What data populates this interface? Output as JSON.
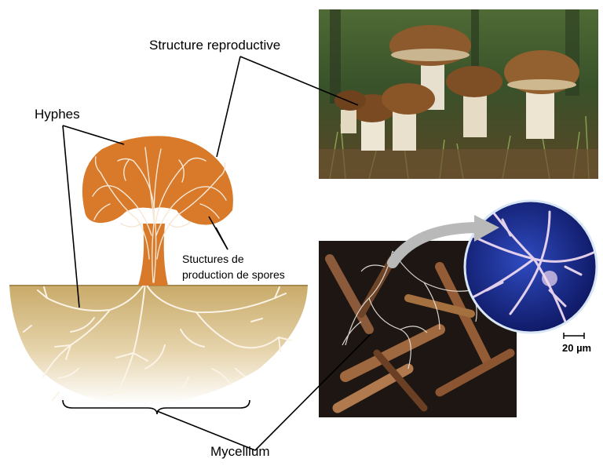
{
  "labels": {
    "structure_reproductive": "Structure reproductive",
    "hyphes": "Hyphes",
    "stuctures_line1": "Stuctures de",
    "stuctures_line2": "production de spores",
    "mycellium": "Mycellium",
    "scale": "20 µm"
  },
  "colors": {
    "mushroom": "#d97a2a",
    "hypha": "#f6e7d5",
    "soil_top": "#d9c089",
    "soil_bottom": "#ffffff",
    "micro_bg": "#1a2c8a",
    "micro_hypha": "#eed8f0",
    "arrow": "#b9b9b9"
  }
}
